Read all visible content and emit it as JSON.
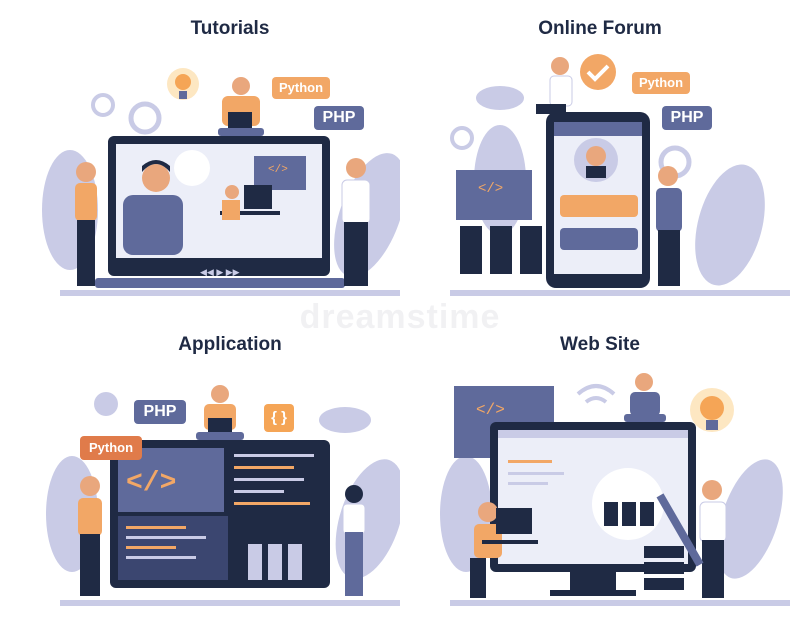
{
  "panels": {
    "tutorials": {
      "title": "Tutorials",
      "python": "Python",
      "php": "PHP"
    },
    "forum": {
      "title": "Online Forum",
      "python": "Python",
      "php": "PHP"
    },
    "application": {
      "title": "Application",
      "python": "Python",
      "php": "PHP",
      "braces": "{ }"
    },
    "website": {
      "title": "Web Site"
    }
  },
  "watermark": "dreamstime",
  "colors": {
    "navy": "#1f2a44",
    "purple": "#5f6a9b",
    "lavender": "#c9cbe6",
    "orange": "#f2a766",
    "screen": "#eceef8",
    "plant": "#b9bde0"
  }
}
